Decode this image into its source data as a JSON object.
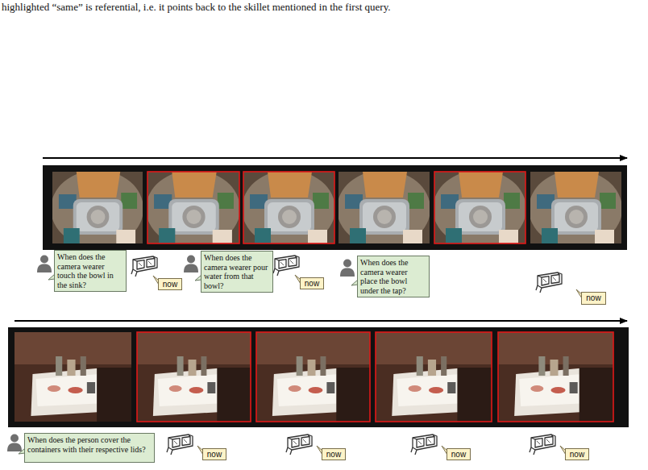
{
  "diagram": {
    "nodes": [
      {
        "text": [
          "When does the camera wearer touch the bowl in the sink?"
        ]
      },
      {
        "text": [
          "now"
        ]
      },
      {
        "text": [
          "When does the camera wearer pour water from that bowl?"
        ]
      },
      {
        "text": [
          "now"
        ]
      },
      {
        "text": [
          "When does the camera wearer place the bowl under the tap?"
        ]
      },
      {
        "text": [
          "now"
        ]
      },
      {
        "text": [
          "When does the person cover the containers with their respective lids?"
        ]
      },
      {
        "text": [
          "now"
        ]
      },
      {
        "text": [
          "now"
        ]
      },
      {
        "text": [
          "now"
        ]
      },
      {
        "text": [
          "now"
        ]
      }
    ],
    "labels": [
      "highlighted “same” is referential, i.e. it points back to the skillet mentioned in the first query."
    ]
  }
}
